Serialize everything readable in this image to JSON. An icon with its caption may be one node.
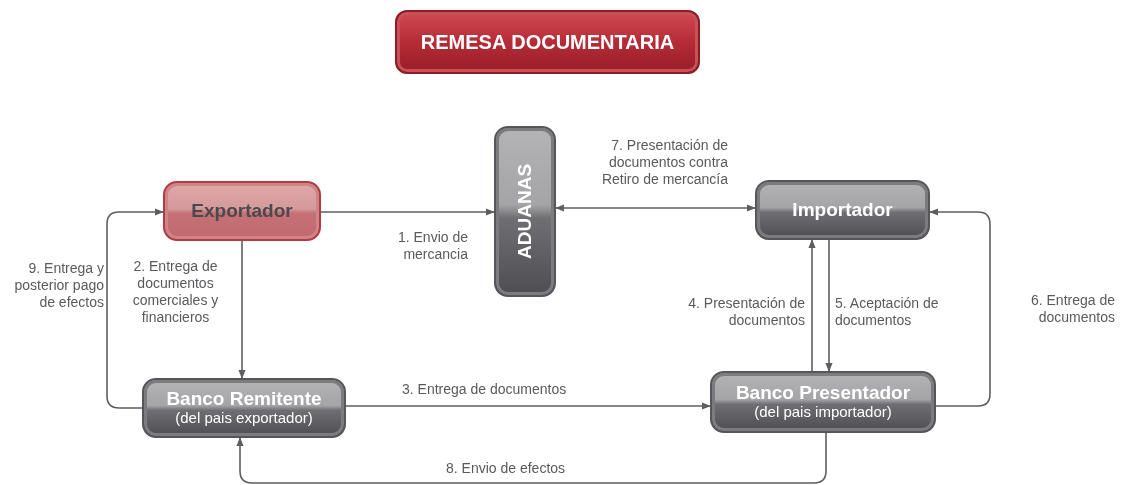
{
  "diagram": {
    "title": "REMESA DOCUMENTARIA",
    "nodes": [
      {
        "text": [
          "Exportador"
        ]
      },
      {
        "text": [
          "ADUANAS"
        ]
      },
      {
        "text": [
          "Importador"
        ]
      },
      {
        "text": [
          "Banco Remitente",
          "(del pais exportador)"
        ]
      },
      {
        "text": [
          "Banco Presentador",
          "(del pais importador)"
        ]
      }
    ],
    "edges": [
      {
        "from": 0,
        "to": 1,
        "arrow": "to",
        "label": "1. Envio de mercancia"
      },
      {
        "from": 0,
        "to": 3,
        "arrow": "to",
        "label": "2. Entrega de documentos comerciales y financieros"
      },
      {
        "from": 3,
        "to": 4,
        "arrow": "to",
        "label": "3. Entrega de documentos"
      },
      {
        "from": 4,
        "to": 2,
        "arrow": "to",
        "label": "4. Presentación de documentos"
      },
      {
        "from": 2,
        "to": 4,
        "arrow": "to",
        "label": "5. Aceptación de documentos"
      },
      {
        "from": 4,
        "to": 2,
        "arrow": "to",
        "label": "6. Entrega de documentos"
      },
      {
        "from": 1,
        "to": 2,
        "arrow": "both",
        "label": "7. Presentación de documentos contra Retiro de mercancía"
      },
      {
        "from": 4,
        "to": 3,
        "arrow": "to",
        "label": "8. Envio de efectos"
      },
      {
        "from": 3,
        "to": 0,
        "arrow": "to",
        "label": "9. Entrega y posterior pago de efectos"
      }
    ]
  }
}
